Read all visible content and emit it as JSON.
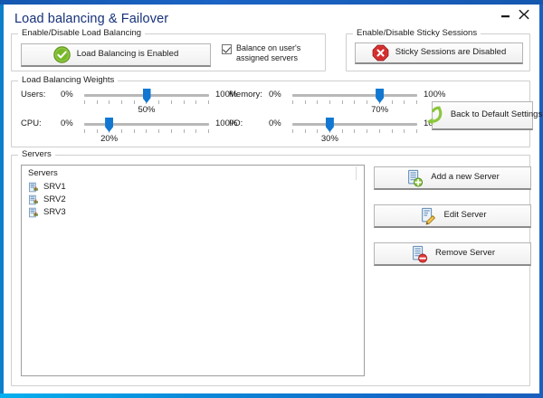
{
  "window": {
    "title": "Load balancing & Failover",
    "controls": [
      {
        "name": "minimize-button",
        "glyph": "minimize"
      },
      {
        "name": "close-button",
        "glyph": "close"
      }
    ],
    "accent_border_color": "#0d7fc9",
    "title_color": "#16317a"
  },
  "load_balancing_group": {
    "legend": "Enable/Disable Load Balancing",
    "state_button": {
      "label": "Load Balancing is Enabled",
      "icon": "green-check-circle-icon",
      "icon_color": "#76b82a"
    },
    "checkbox": {
      "label": "Balance on user's assigned servers",
      "checked": true
    }
  },
  "sticky_sessions_group": {
    "legend": "Enable/Disable Sticky Sessions",
    "state_button": {
      "label": "Sticky Sessions are Disabled",
      "icon": "red-x-octagon-icon",
      "icon_color": "#d32d2d"
    }
  },
  "weights_group": {
    "legend": "Load Balancing Weights",
    "min_label": "0%",
    "max_label": "100%",
    "sliders": [
      {
        "name": "users",
        "label": "Users:",
        "value": 50,
        "value_label": "50%"
      },
      {
        "name": "memory",
        "label": "Memory:",
        "value": 70,
        "value_label": "70%"
      },
      {
        "name": "cpu",
        "label": "CPU:",
        "value": 20,
        "value_label": "20%"
      },
      {
        "name": "io",
        "label": "I/O:",
        "value": 30,
        "value_label": "30%"
      }
    ],
    "default_button": {
      "label": "Back to Default Settings",
      "icon": "green-undo-arrow-icon",
      "icon_color": "#76b82a"
    },
    "slider_thumb_color": "#1177d1"
  },
  "servers_group": {
    "legend": "Servers",
    "list": {
      "column_header": "Servers",
      "items": [
        {
          "name": "SRV1",
          "icon": "server-icon"
        },
        {
          "name": "SRV2",
          "icon": "server-icon"
        },
        {
          "name": "SRV3",
          "icon": "server-icon"
        }
      ]
    },
    "buttons": [
      {
        "name": "add-server-button",
        "label": "Add a new Server",
        "icon": "server-add-icon"
      },
      {
        "name": "edit-server-button",
        "label": "Edit Server",
        "icon": "server-edit-icon"
      },
      {
        "name": "remove-server-button",
        "label": "Remove Server",
        "icon": "server-remove-icon"
      }
    ]
  }
}
